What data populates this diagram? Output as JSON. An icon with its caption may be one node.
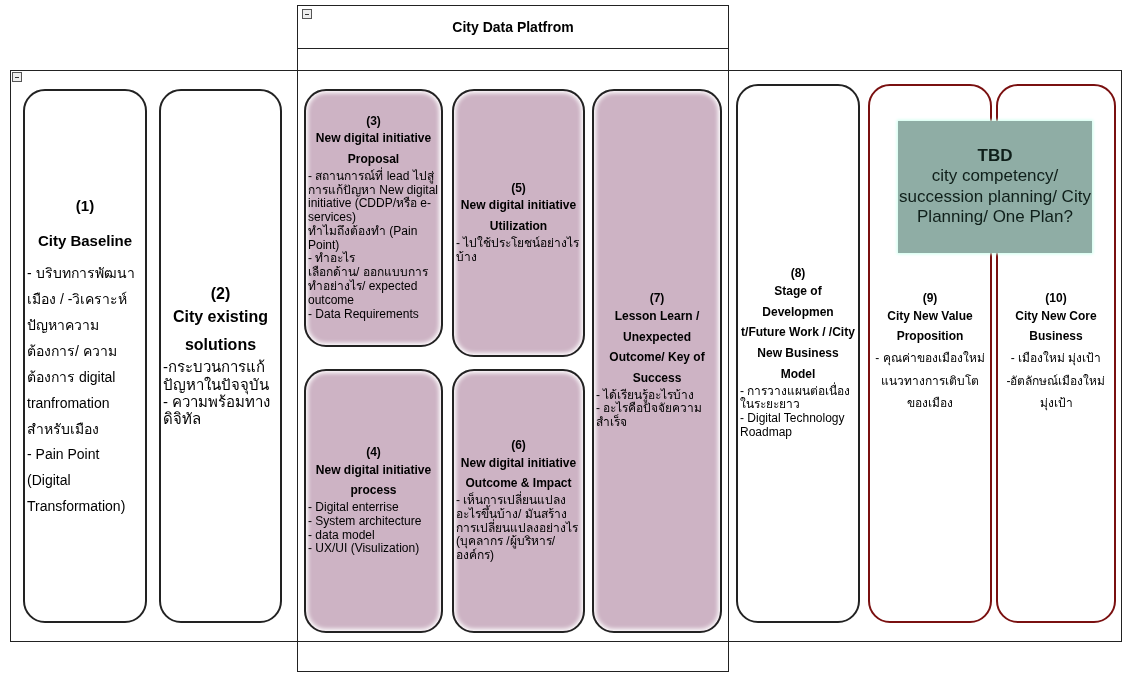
{
  "diagram": {
    "nodes": [
      {
        "text": [
          "City Data Platfrom"
        ]
      },
      {
        "text": [],
        "shape": "box"
      },
      {
        "text": [
          "(1)",
          "City Baseline",
          "- บริบทการพัฒนาเมือง / -วิเคราะห์ปัญหาความต้องการ/ ความต้องการ digital tranfromation สำหรับเมือง",
          "- Pain Point (Digital Transformation)"
        ],
        "in": 1
      },
      {
        "text": [
          "(2)",
          "City existing solutions",
          "-กระบวนการแก้ปัญหาในปัจจุบัน",
          "- ความพร้อมทางดิจิทัล"
        ],
        "in": 1
      },
      {
        "text": [
          "(3)",
          "New digital initiative Proposal",
          "- สถานการณ์ที่ lead ไปสู่การแก้ปัญหา New digital initiative (CDDP/หรือ e-services)",
          "ทำไมถึงต้องทำ (Pain Point)",
          "- ทำอะไร",
          "เลือกด้าน/ ออกแบบการทำอย่างไร/ expected outcome",
          "- Data Requirements"
        ],
        "in": 0
      },
      {
        "text": [
          "(4)",
          "New digital initiative process",
          "- Digital enterrise",
          "- System architecture",
          "- data model",
          "- UX/UI (Visulization)"
        ],
        "in": 0
      },
      {
        "text": [
          "(5)",
          "New digital initiative Utilization",
          "- ไปใช้ประโยชน์อย่างไรบ้าง"
        ],
        "in": 0
      },
      {
        "text": [
          "(6)",
          "New digital initiative Outcome & Impact",
          "- เห็นการเปลี่ยนแปลงอะไรขึ้นบ้าง/ มันสร้างการเปลี่ยนแปลงอย่างไร  (บุคลากร /ผู้บริหาร/องค์กร)"
        ],
        "in": 0
      },
      {
        "text": [
          "(7)",
          "Lesson Learn / Unexpected Outcome/ Key of Success",
          "-  ได้เรียนรู้อะไรบ้าง",
          " - อะไรคือปัจจัยความสำเร็จ"
        ],
        "in": 0
      },
      {
        "text": [
          "(8)",
          "Stage of Developmen t/Future Work / /City New Business Model",
          "- การวางแผนต่อเนื่องในระยะยาว",
          "- Digital Technology Roadmap"
        ],
        "in": 1
      },
      {
        "text": [
          "TBD",
          "city competency/ succession planning/ City Planning/ One Plan?"
        ],
        "in": 1
      },
      {
        "text": [
          "(9)",
          "City New Value Proposition",
          "- คุณค่าของเมืองใหม่แนวทางการเติบโตของเมือง"
        ],
        "in": 1
      },
      {
        "text": [
          "(10)",
          "City New Core Business",
          "- เมืองใหม่ มุ่งเป้า",
          "-อัตลักษณ์เมืองใหม่มุ่งเป้า"
        ],
        "in": 1
      }
    ],
    "edges": []
  }
}
